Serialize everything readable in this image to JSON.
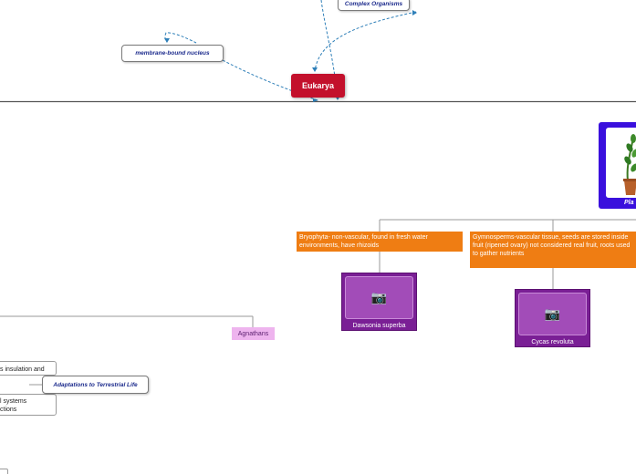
{
  "nodes": {
    "complex_organisms": "Complex Organisms",
    "membrane_nucleus": "membrane-bound nucleus",
    "eukarya": "Eukarya",
    "bryophyta": "Bryophyta- non-vascular, found in fresh water environments, have rhizoids",
    "gymnosperms": "Gymnosperms-vascular tissue, seeds are stored inside fruit (ripened ovary) not considered real fruit, roots used to gather nutrients",
    "dawsonia": "Dawsonia superba",
    "cycas": "Cycas revoluta",
    "agnathans": "Agnathans",
    "adaptations": "Adaptations to Terrestrial Life",
    "insulation_text": "s insulation and",
    "systems_text_1": "l systems",
    "systems_text_2": "ctions",
    "plant_caption": "Pla"
  },
  "colors": {
    "eukarya": "#c3102c",
    "orange": "#ef7d13",
    "pink": "#eeb4ee",
    "purple": "#7a1f95",
    "blue_card": "#3a10dd",
    "dashed_line": "#2e7fb8",
    "navy_text": "#1b2a8c"
  },
  "icons": {
    "photo_placeholder": "camera-icon",
    "plant": "potted-plant-icon"
  }
}
